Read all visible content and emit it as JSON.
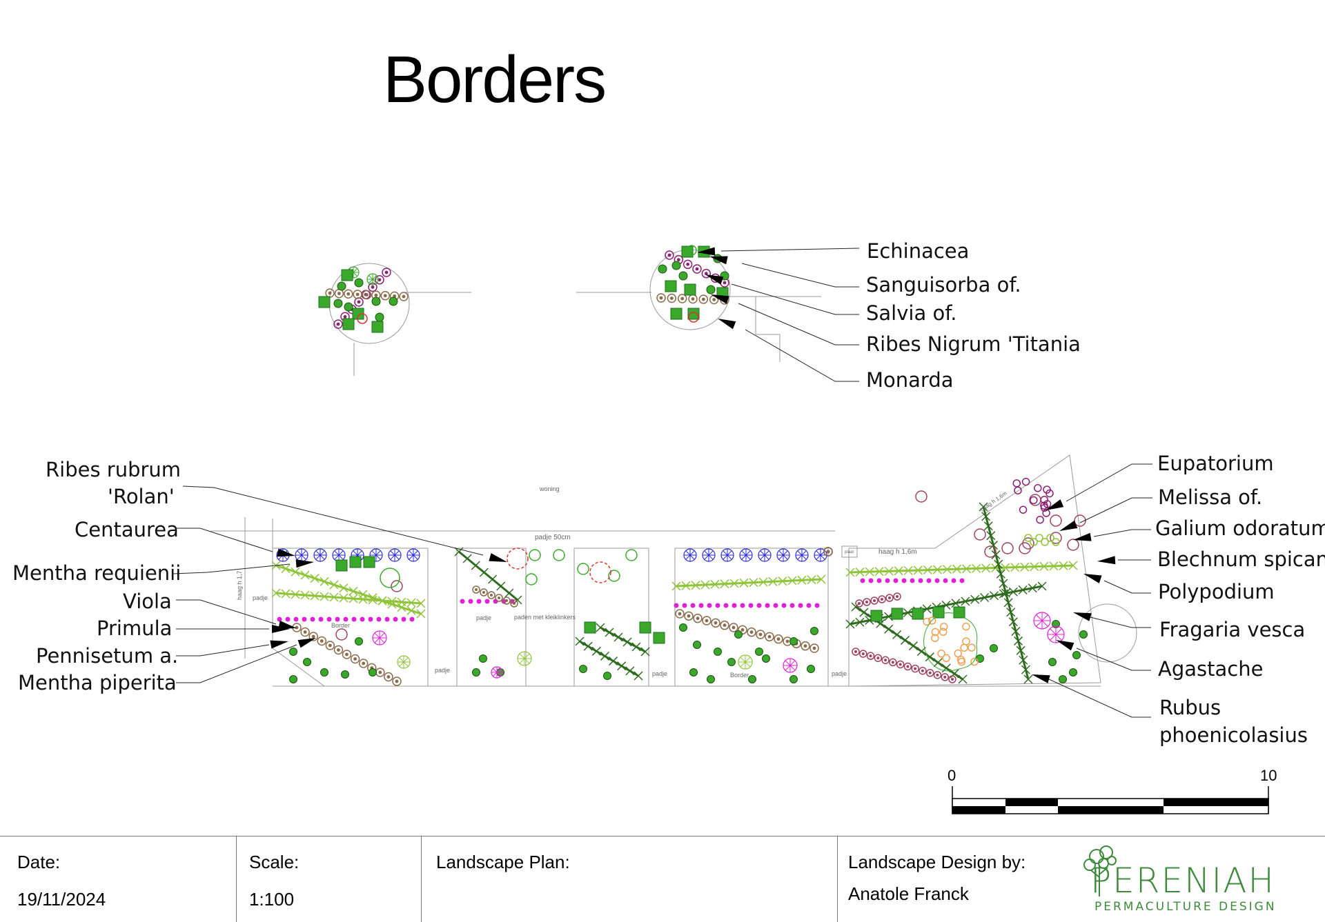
{
  "title": "Borders",
  "labels": {
    "echinacea": "Echinacea",
    "sanguisorba": "Sanguisorba of.",
    "salvia": "Salvia of.",
    "ribes_nigrum": "Ribes Nigrum 'Titania",
    "monarda": "Monarda",
    "ribes_rubrum_1": "Ribes rubrum",
    "ribes_rubrum_2": "'Rolan'",
    "centaurea": "Centaurea",
    "mentha_requienii": "Mentha requienii",
    "viola": "Viola",
    "primula": "Primula",
    "pennisetum": "Pennisetum a.",
    "mentha_piperita": "Mentha piperita",
    "eupatorium": "Eupatorium",
    "melissa": "Melissa of.",
    "galium": "Galium odoratum",
    "blechnum": "Blechnum spicant",
    "polypodium": "Polypodium",
    "fragaria": "Fragaria vesca",
    "agastache": "Agastache",
    "rubus_1": "Rubus",
    "rubus_2": "phoenicolasius"
  },
  "plan_notes": {
    "woning": "woning",
    "padje_50cm": "padje 50cm",
    "padje": "padje",
    "paden": "paden met kleiklinkers",
    "border": "Border",
    "haag_17": "haag h 1,7",
    "haag_16": "haag h 1,6m",
    "haag_16b": "haag h 1,6m",
    "plaat": "plaat"
  },
  "scale_bar": {
    "start": "0",
    "end": "10"
  },
  "title_block": {
    "date_label": "Date:",
    "date_value": "19/11/2024",
    "scale_label": "Scale:",
    "scale_value": "1:100",
    "plan_label": "Landscape Plan:",
    "design_label": "Landscape Design by:",
    "designer": "Anatole Franck",
    "logo_name": "PERENIAH",
    "logo_sub": "PERMACULTURE DESIGN"
  },
  "colors": {
    "green_dark": "#2e6b1f",
    "green": "#3aa82a",
    "lime": "#8fc43a",
    "purple": "#8a1f73",
    "magenta": "#e020d8",
    "blue": "#2a2ae0",
    "brown": "#8a6a4a",
    "rose": "#a04060",
    "orange": "#f0a050",
    "red": "#e03030",
    "logo": "#3d8a3a"
  }
}
